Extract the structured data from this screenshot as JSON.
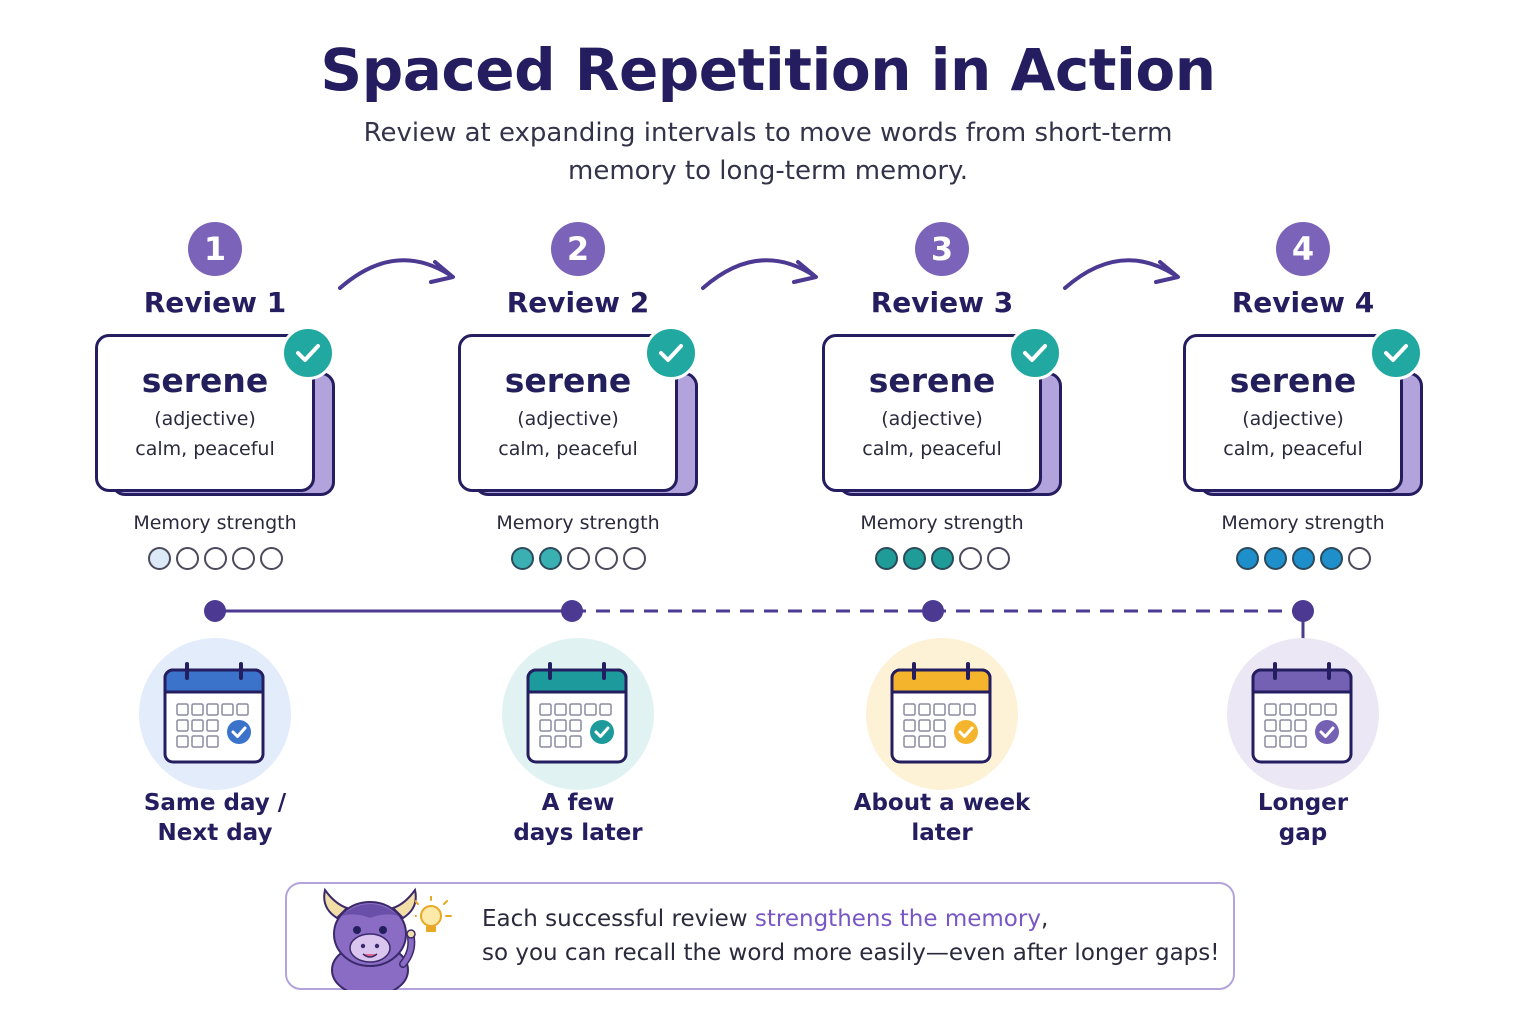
{
  "header": {
    "title": "Spaced Repetition in Action",
    "subtitle_line1": "Review at expanding intervals to move words from short-term",
    "subtitle_line2": "memory to long-term memory."
  },
  "card": {
    "word": "serene",
    "part_of_speech": "(adjective)",
    "definition": "calm, peaceful"
  },
  "memory_label": "Memory strength",
  "memory_max": 5,
  "stages": [
    {
      "number": "1",
      "title": "Review 1",
      "memory_level": 0,
      "memory_color": "#1f9c97",
      "first_dot_hint": true,
      "calendar_color": "#3a73c9",
      "circle_color": "#e3ecfa",
      "gap_line1": "Same day /",
      "gap_line2": "Next day"
    },
    {
      "number": "2",
      "title": "Review 2",
      "memory_level": 2,
      "memory_color": "#3bb0b3",
      "first_dot_hint": false,
      "calendar_color": "#1d9a9b",
      "circle_color": "#e0f2f1",
      "gap_line1": "A few",
      "gap_line2": "days later"
    },
    {
      "number": "3",
      "title": "Review 3",
      "memory_level": 3,
      "memory_color": "#1f9c97",
      "first_dot_hint": false,
      "calendar_color": "#f4b52c",
      "circle_color": "#fdf1d6",
      "gap_line1": "About a week",
      "gap_line2": "later"
    },
    {
      "number": "4",
      "title": "Review 4",
      "memory_level": 4,
      "memory_color": "#1f8fcb",
      "first_dot_hint": false,
      "calendar_color": "#7561b3",
      "circle_color": "#ebe7f5",
      "gap_line1": "Longer",
      "gap_line2": "gap"
    }
  ],
  "tip": {
    "line1_before": "Each successful review ",
    "line1_highlight": "strengthens the memory",
    "line1_after": ",",
    "line2": "so you can recall the word more easily—even after longer gaps!"
  },
  "colors": {
    "accent_purple": "#7b63b9",
    "navy": "#241d5f",
    "check_teal": "#21a8a0",
    "timeline": "#4c3a92"
  }
}
